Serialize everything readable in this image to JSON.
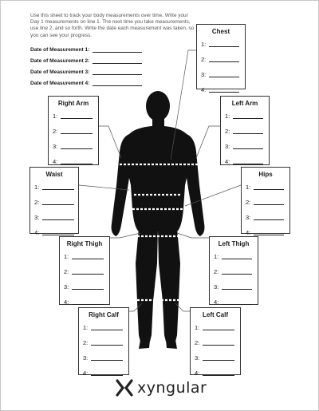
{
  "instructions": "Use this sheet to track your body measurements over time. Write your Day 1 measurements on line 1. The next time you take measurements, use line 2, and so forth. Write the date each measurement was taken, so you can see your progress.",
  "dates": [
    {
      "label": "Date of Measurement 1:"
    },
    {
      "label": "Date of Measurement 2:"
    },
    {
      "label": "Date of Measurement 3:"
    },
    {
      "label": "Date of Measurement 4:"
    }
  ],
  "entry_numbers": [
    "1:",
    "2:",
    "3:",
    "4:"
  ],
  "boxes": {
    "chest": {
      "title": "Chest"
    },
    "right_arm": {
      "title": "Right Arm"
    },
    "left_arm": {
      "title": "Left Arm"
    },
    "waist": {
      "title": "Waist"
    },
    "hips": {
      "title": "Hips"
    },
    "right_thigh": {
      "title": "Right Thigh"
    },
    "left_thigh": {
      "title": "Left Thigh"
    },
    "right_calf": {
      "title": "Right Calf"
    },
    "left_calf": {
      "title": "Left Calf"
    }
  },
  "brand": {
    "name": "xyngular",
    "color": "#222222"
  },
  "icons": {
    "figure": "body-silhouette-icon",
    "logo": "xyngular-x-logo-icon"
  },
  "colors": {
    "silhouette": "#111111",
    "measure_lines": "#ffffff",
    "box_border": "#333333"
  }
}
